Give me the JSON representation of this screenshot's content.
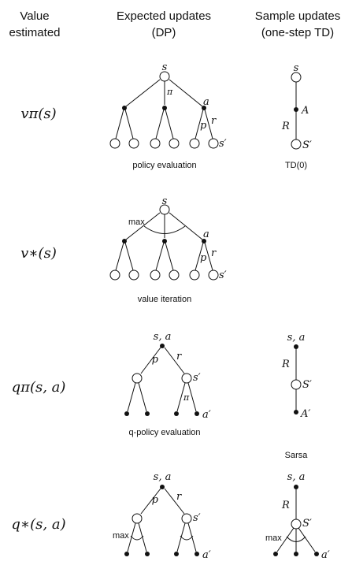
{
  "headers": {
    "col1": [
      "Value",
      "estimated"
    ],
    "col2": [
      "Expected updates",
      "(DP)"
    ],
    "col3": [
      "Sample updates",
      "(one-step TD)"
    ]
  },
  "rows": [
    {
      "value": "vπ(s)",
      "dp_caption": "policy evaluation",
      "td_caption": "TD(0)"
    },
    {
      "value": "v∗(s)",
      "dp_caption": "value iteration",
      "td_caption": ""
    },
    {
      "value": "qπ(s, a)",
      "dp_caption": "q-policy evaluation",
      "td_caption": "Sarsa"
    },
    {
      "value": "q∗(s, a)",
      "dp_caption": "",
      "td_caption": ""
    }
  ],
  "labels": {
    "s": "s",
    "a": "a",
    "pi": "π",
    "p": "p",
    "r": "r",
    "s_prime": "s′",
    "a_prime": "a′",
    "A": "A",
    "A_prime": "A′",
    "R": "R",
    "S_prime": "S′",
    "sa": "s, a",
    "max": "max"
  }
}
